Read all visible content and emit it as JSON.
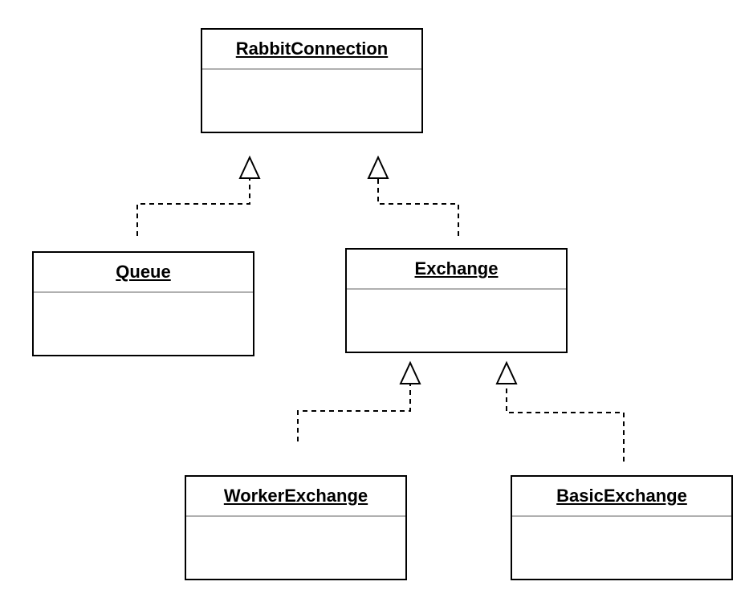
{
  "diagram": {
    "type": "uml-class-diagram",
    "classes": {
      "rabbit_connection": {
        "name": "RabbitConnection"
      },
      "queue": {
        "name": "Queue"
      },
      "exchange": {
        "name": "Exchange"
      },
      "worker_exchange": {
        "name": "WorkerExchange"
      },
      "basic_exchange": {
        "name": "BasicExchange"
      }
    },
    "relations": [
      {
        "kind": "realization",
        "from": "Queue",
        "to": "RabbitConnection"
      },
      {
        "kind": "realization",
        "from": "Exchange",
        "to": "RabbitConnection"
      },
      {
        "kind": "realization",
        "from": "WorkerExchange",
        "to": "Exchange"
      },
      {
        "kind": "realization",
        "from": "BasicExchange",
        "to": "Exchange"
      }
    ],
    "colors": {
      "line": "#000000",
      "divider": "#b0b0b0",
      "background": "#ffffff"
    }
  }
}
